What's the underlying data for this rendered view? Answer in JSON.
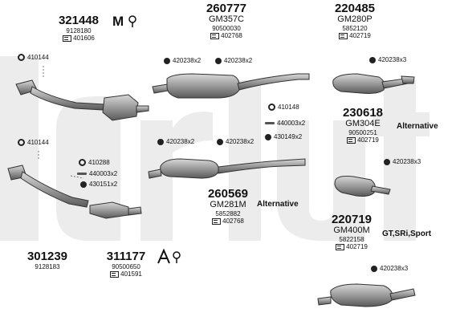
{
  "colors": {
    "watermark": "#ececec",
    "part": "#8c8c8c",
    "line": "#222222"
  },
  "groups": [
    {
      "id": "g321448",
      "part": "321448",
      "gm": "",
      "oem": "9128180",
      "cat": "401606"
    },
    {
      "id": "g260777",
      "part": "260777",
      "gm": "GM357C",
      "oem": "90500030",
      "cat": "402768"
    },
    {
      "id": "g220485",
      "part": "220485",
      "gm": "GM280P",
      "oem": "5852120",
      "cat": "402719"
    },
    {
      "id": "g230618",
      "part": "230618",
      "gm": "GM304E",
      "oem": "90500251",
      "cat": "402719"
    },
    {
      "id": "g260569",
      "part": "260569",
      "gm": "GM281M",
      "oem": "5852882",
      "cat": "402768"
    },
    {
      "id": "g220719",
      "part": "220719",
      "gm": "GM400M",
      "oem": "5822158",
      "cat": "402719"
    },
    {
      "id": "g301239",
      "part": "301239",
      "gm": "",
      "oem": "9128183",
      "cat": ""
    },
    {
      "id": "g311177",
      "part": "311177",
      "gm": "",
      "oem": "90500650",
      "cat": "401591"
    }
  ],
  "alternatives": {
    "a1": "Alternative",
    "a2": "Alternative",
    "gt": "GT,SRi,Sport"
  },
  "callouts": {
    "c410144a": "410144",
    "c420238a": "420238x2",
    "c420238b": "420238x2",
    "c420238c": "420238x3",
    "c410148": "410148",
    "c440003a": "440003x2",
    "c430149": "430149x2",
    "c410144b": "410144",
    "c420238d": "420238x2",
    "c420238e": "420238x2",
    "c410288": "410288",
    "c440003b": "440003x2",
    "c430151": "430151x2",
    "c420238f": "420238x3",
    "c420238g": "420238x3"
  },
  "icons": {
    "manual": "M-manual-icon",
    "auto": "A-auto-icon"
  }
}
